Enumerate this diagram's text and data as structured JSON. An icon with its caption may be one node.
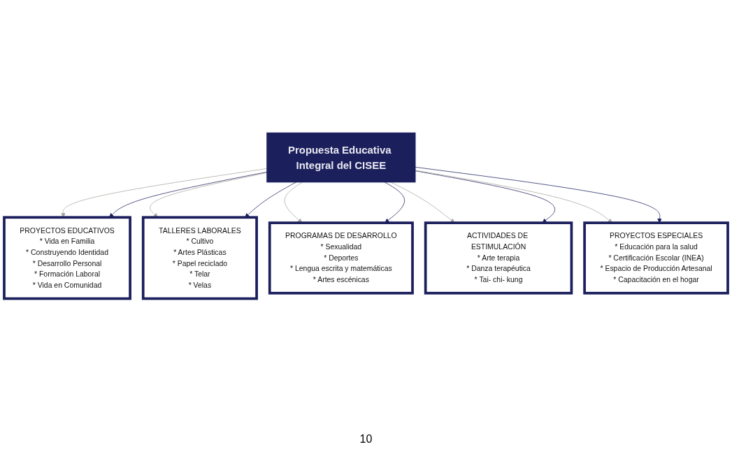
{
  "diagram": {
    "nodes": [
      {
        "text": [
          "PROYECTOS EDUCATIVOS",
          "* Vida en Familia",
          "* Construyendo Identidad",
          "* Desarrollo Personal",
          "* Formación Laboral",
          "* Vida en Comunidad"
        ]
      },
      {
        "text": [
          "TALLERES LABORALES",
          "* Cultivo",
          "* Artes Plásticas",
          "* Papel reciclado",
          "* Telar",
          "* Velas"
        ]
      },
      {
        "text": [
          "Propuesta Educativa Integral del CISEE"
        ]
      },
      {
        "text": [
          "PROGRAMAS DE DESARROLLO",
          "* Sexualidad",
          "* Deportes",
          "* Lengua escrita y matemáticas",
          "* Artes escénicas"
        ]
      },
      {
        "text": [
          "ACTIVIDADES DE ESTIMULACIÓN",
          "* Arte terapia",
          "* Danza terapéutica",
          "* Tai- chi- kung"
        ]
      },
      {
        "text": [
          "PROYECTOS ESPECIALES",
          "* Educación para la salud",
          "* Certificación Escolar (INEA)",
          "* Espacio de Producción Artesanal",
          "* Capacitación en el hogar"
        ]
      }
    ],
    "edges": [
      {
        "from": 2,
        "to": 0,
        "arrow": "to",
        "color": "#a9a59c"
      },
      {
        "from": 2,
        "to": 0,
        "arrow": "to",
        "color": "#1b1f5c"
      },
      {
        "from": 2,
        "to": 1,
        "arrow": "to",
        "color": "#a9a59c"
      },
      {
        "from": 2,
        "to": 1,
        "arrow": "to",
        "color": "#1b1f5c"
      },
      {
        "from": 2,
        "to": 3,
        "arrow": "to",
        "color": "#a9a59c"
      },
      {
        "from": 2,
        "to": 3,
        "arrow": "to",
        "color": "#1b1f5c"
      },
      {
        "from": 2,
        "to": 4,
        "arrow": "to",
        "color": "#a9a59c"
      },
      {
        "from": 2,
        "to": 4,
        "arrow": "to",
        "color": "#1b1f5c"
      },
      {
        "from": 2,
        "to": 5,
        "arrow": "to",
        "color": "#a9a59c"
      },
      {
        "from": 2,
        "to": 5,
        "arrow": "to",
        "color": "#1b1f5c"
      }
    ],
    "labels": [
      "10"
    ]
  }
}
